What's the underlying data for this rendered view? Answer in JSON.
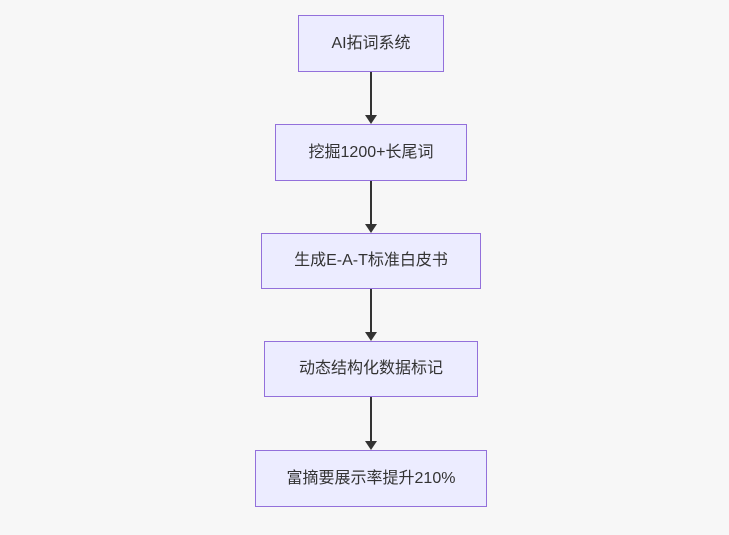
{
  "flowchart": {
    "type": "flowchart-top-down",
    "colors": {
      "background": "#f7f7f7",
      "node_fill": "#ECECFF",
      "node_border": "#9370DB",
      "node_text": "#333333",
      "arrow": "#333333"
    },
    "nodes": [
      {
        "id": "A",
        "label": "AI拓词系统"
      },
      {
        "id": "B",
        "label": "挖掘1200+长尾词"
      },
      {
        "id": "C",
        "label": "生成E-A-T标准白皮书"
      },
      {
        "id": "D",
        "label": "动态结构化数据标记"
      },
      {
        "id": "E",
        "label": "富摘要展示率提升210%"
      }
    ],
    "edges": [
      {
        "from": "A",
        "to": "B"
      },
      {
        "from": "B",
        "to": "C"
      },
      {
        "from": "C",
        "to": "D"
      },
      {
        "from": "D",
        "to": "E"
      }
    ]
  }
}
